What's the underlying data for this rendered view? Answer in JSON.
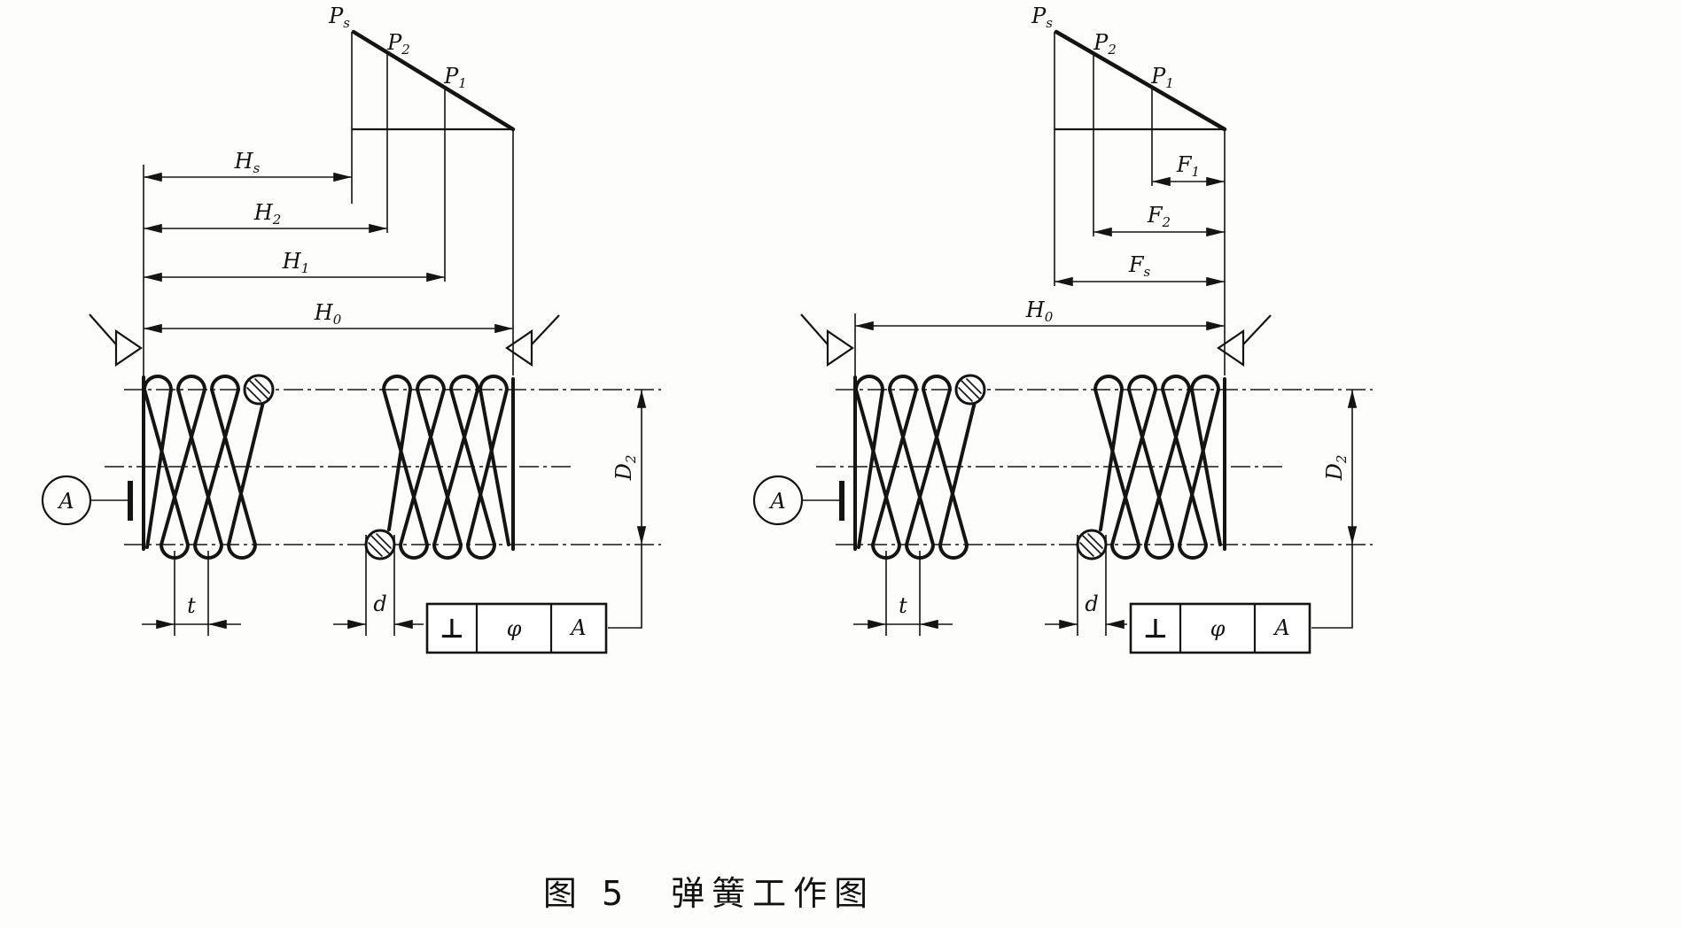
{
  "figure": {
    "caption": "图 5　弹簧工作图"
  },
  "left_diagram": {
    "load_labels": [
      {
        "base": "P",
        "sub": "s"
      },
      {
        "base": "P",
        "sub": "2"
      },
      {
        "base": "P",
        "sub": "1"
      }
    ],
    "height_labels": [
      {
        "base": "H",
        "sub": "s"
      },
      {
        "base": "H",
        "sub": "2"
      },
      {
        "base": "H",
        "sub": "1"
      },
      {
        "base": "H",
        "sub": "0"
      }
    ],
    "diameter_label": {
      "base": "D",
      "sub": "2"
    },
    "pitch_label": "t",
    "wire_dia_label": "d",
    "datum_label": "A",
    "tolerance_frame": {
      "symbol": "⊥",
      "zone": "φ",
      "datum": "A"
    }
  },
  "right_diagram": {
    "load_labels": [
      {
        "base": "P",
        "sub": "s"
      },
      {
        "base": "P",
        "sub": "2"
      },
      {
        "base": "P",
        "sub": "1"
      }
    ],
    "deflection_labels": [
      {
        "base": "F",
        "sub": "1"
      },
      {
        "base": "F",
        "sub": "2"
      },
      {
        "base": "F",
        "sub": "s"
      }
    ],
    "height_label": {
      "base": "H",
      "sub": "0"
    },
    "diameter_label": {
      "base": "D",
      "sub": "2"
    },
    "pitch_label": "t",
    "wire_dia_label": "d",
    "datum_label": "A",
    "tolerance_frame": {
      "symbol": "⊥",
      "zone": "φ",
      "datum": "A"
    }
  }
}
